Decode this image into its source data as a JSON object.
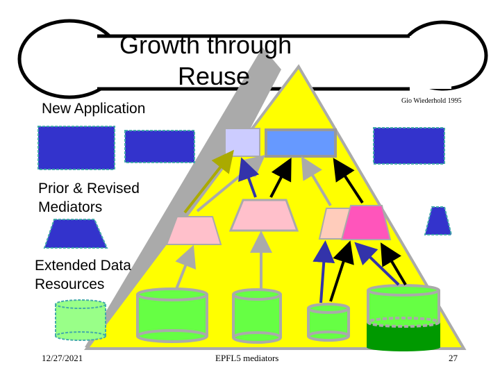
{
  "slide": {
    "title_line1": "Growth through",
    "title_line2": "Reuse",
    "credit": "Gio Wiederhold 1995",
    "label_application": "New Application",
    "label_mediators_line1": "Prior & Revised",
    "label_mediators_line2": "Mediators",
    "label_resources_line1": "Extended Data",
    "label_resources_line2": "Resources"
  },
  "footer": {
    "date": "12/27/2021",
    "center": "EPFL5 mediators",
    "page": "27"
  },
  "colors": {
    "pyramid": "#ffff00",
    "pyramid_shadow": "#aaaaaa",
    "application_box": "#3333cc",
    "application_new": "#6699ff",
    "application_pale": "#ccccff",
    "mediator_pink": "#ffc0cb",
    "mediator_magenta": "#ff55bb",
    "mediator_peach": "#ffccbb",
    "resource_green": "#66ff44",
    "resource_dark_green": "#009900",
    "resource_pale_green": "#99ff88",
    "arrow_black": "#000000",
    "arrow_blue": "#3333aa",
    "arrow_gray": "#aaaaaa",
    "arrow_olive": "#aaaa00"
  }
}
